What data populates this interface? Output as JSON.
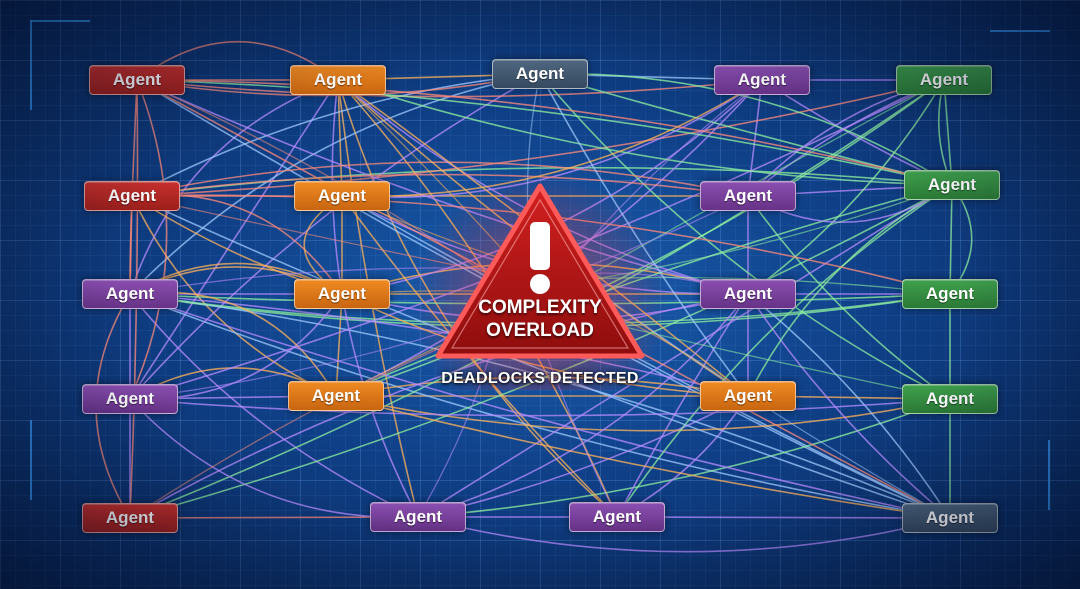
{
  "warning": {
    "line1": "COMPLEXITY",
    "line2": "OVERLOAD",
    "subtitle": "DEADLOCKS DETECTED"
  },
  "colors": {
    "red": "#c8302c",
    "orange": "#ef8a22",
    "purple": "#8a4fb0",
    "green": "#3fa04d",
    "slate": "#4f6780",
    "warning_red": "#e02424",
    "background": "#0f3f86"
  },
  "agents": [
    {
      "id": "a1",
      "label": "Agent",
      "color": "red"
    },
    {
      "id": "a2",
      "label": "Agent",
      "color": "orange"
    },
    {
      "id": "a3",
      "label": "Agent",
      "color": "slate"
    },
    {
      "id": "a4",
      "label": "Agent",
      "color": "purple"
    },
    {
      "id": "a5",
      "label": "Agent",
      "color": "green"
    },
    {
      "id": "a6",
      "label": "Agent",
      "color": "red"
    },
    {
      "id": "a7",
      "label": "Agent",
      "color": "orange"
    },
    {
      "id": "a8",
      "label": "Agent",
      "color": "purple"
    },
    {
      "id": "a9",
      "label": "Agent",
      "color": "green"
    },
    {
      "id": "a10",
      "label": "Agent",
      "color": "purple"
    },
    {
      "id": "a11",
      "label": "Agent",
      "color": "orange"
    },
    {
      "id": "a12",
      "label": "Agent",
      "color": "purple"
    },
    {
      "id": "a13",
      "label": "Agent",
      "color": "green"
    },
    {
      "id": "a14",
      "label": "Agent",
      "color": "purple"
    },
    {
      "id": "a15",
      "label": "Agent",
      "color": "orange"
    },
    {
      "id": "a16",
      "label": "Agent",
      "color": "orange"
    },
    {
      "id": "a17",
      "label": "Agent",
      "color": "green"
    },
    {
      "id": "a18",
      "label": "Agent",
      "color": "red"
    },
    {
      "id": "a19",
      "label": "Agent",
      "color": "purple"
    },
    {
      "id": "a20",
      "label": "Agent",
      "color": "purple"
    },
    {
      "id": "a21",
      "label": "Agent",
      "color": "slate"
    }
  ]
}
